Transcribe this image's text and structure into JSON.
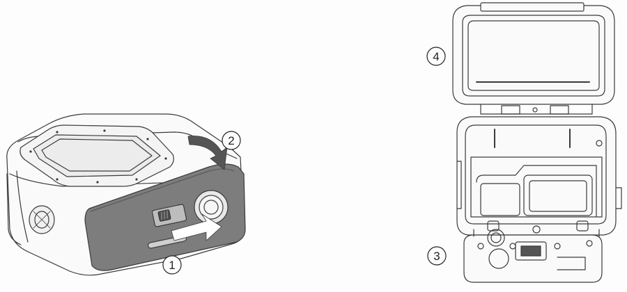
{
  "steps": [
    {
      "id": "step-1",
      "number": "1"
    },
    {
      "id": "step-2",
      "number": "2"
    },
    {
      "id": "step-3",
      "number": "3"
    },
    {
      "id": "step-4",
      "number": "4"
    }
  ],
  "colors": {
    "background": "#fdfdfd",
    "line": "#3a3a3a",
    "door_fill": "#7d7d7d",
    "door_shadow": "#646464",
    "arrow": "#ffffff"
  }
}
